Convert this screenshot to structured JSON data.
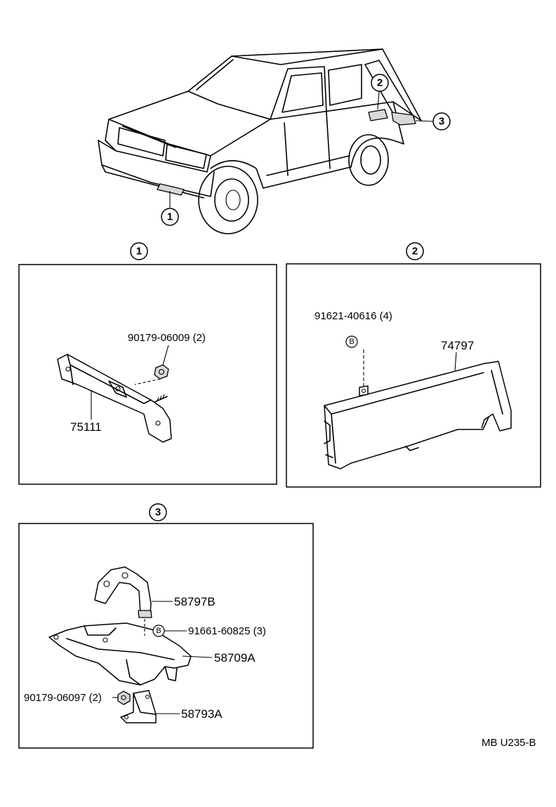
{
  "vehicle_callouts": [
    "1",
    "2",
    "3"
  ],
  "panel1": {
    "marker": "1",
    "fastener_label": "90179-06009 (2)",
    "part_label": "75111"
  },
  "panel2": {
    "marker": "2",
    "fastener_label": "91621-40616 (4)",
    "fastener_marker": "B",
    "part_label": "74797"
  },
  "panel3": {
    "marker": "3",
    "labels": {
      "upper_bracket": "58797B",
      "bolt_marker": "B",
      "bolt": "91661-60825 (3)",
      "main_bracket": "58709A",
      "nut": "90179-06097 (2)",
      "lower_bracket": "58793A"
    }
  },
  "diagram_code": "MB U235-B"
}
